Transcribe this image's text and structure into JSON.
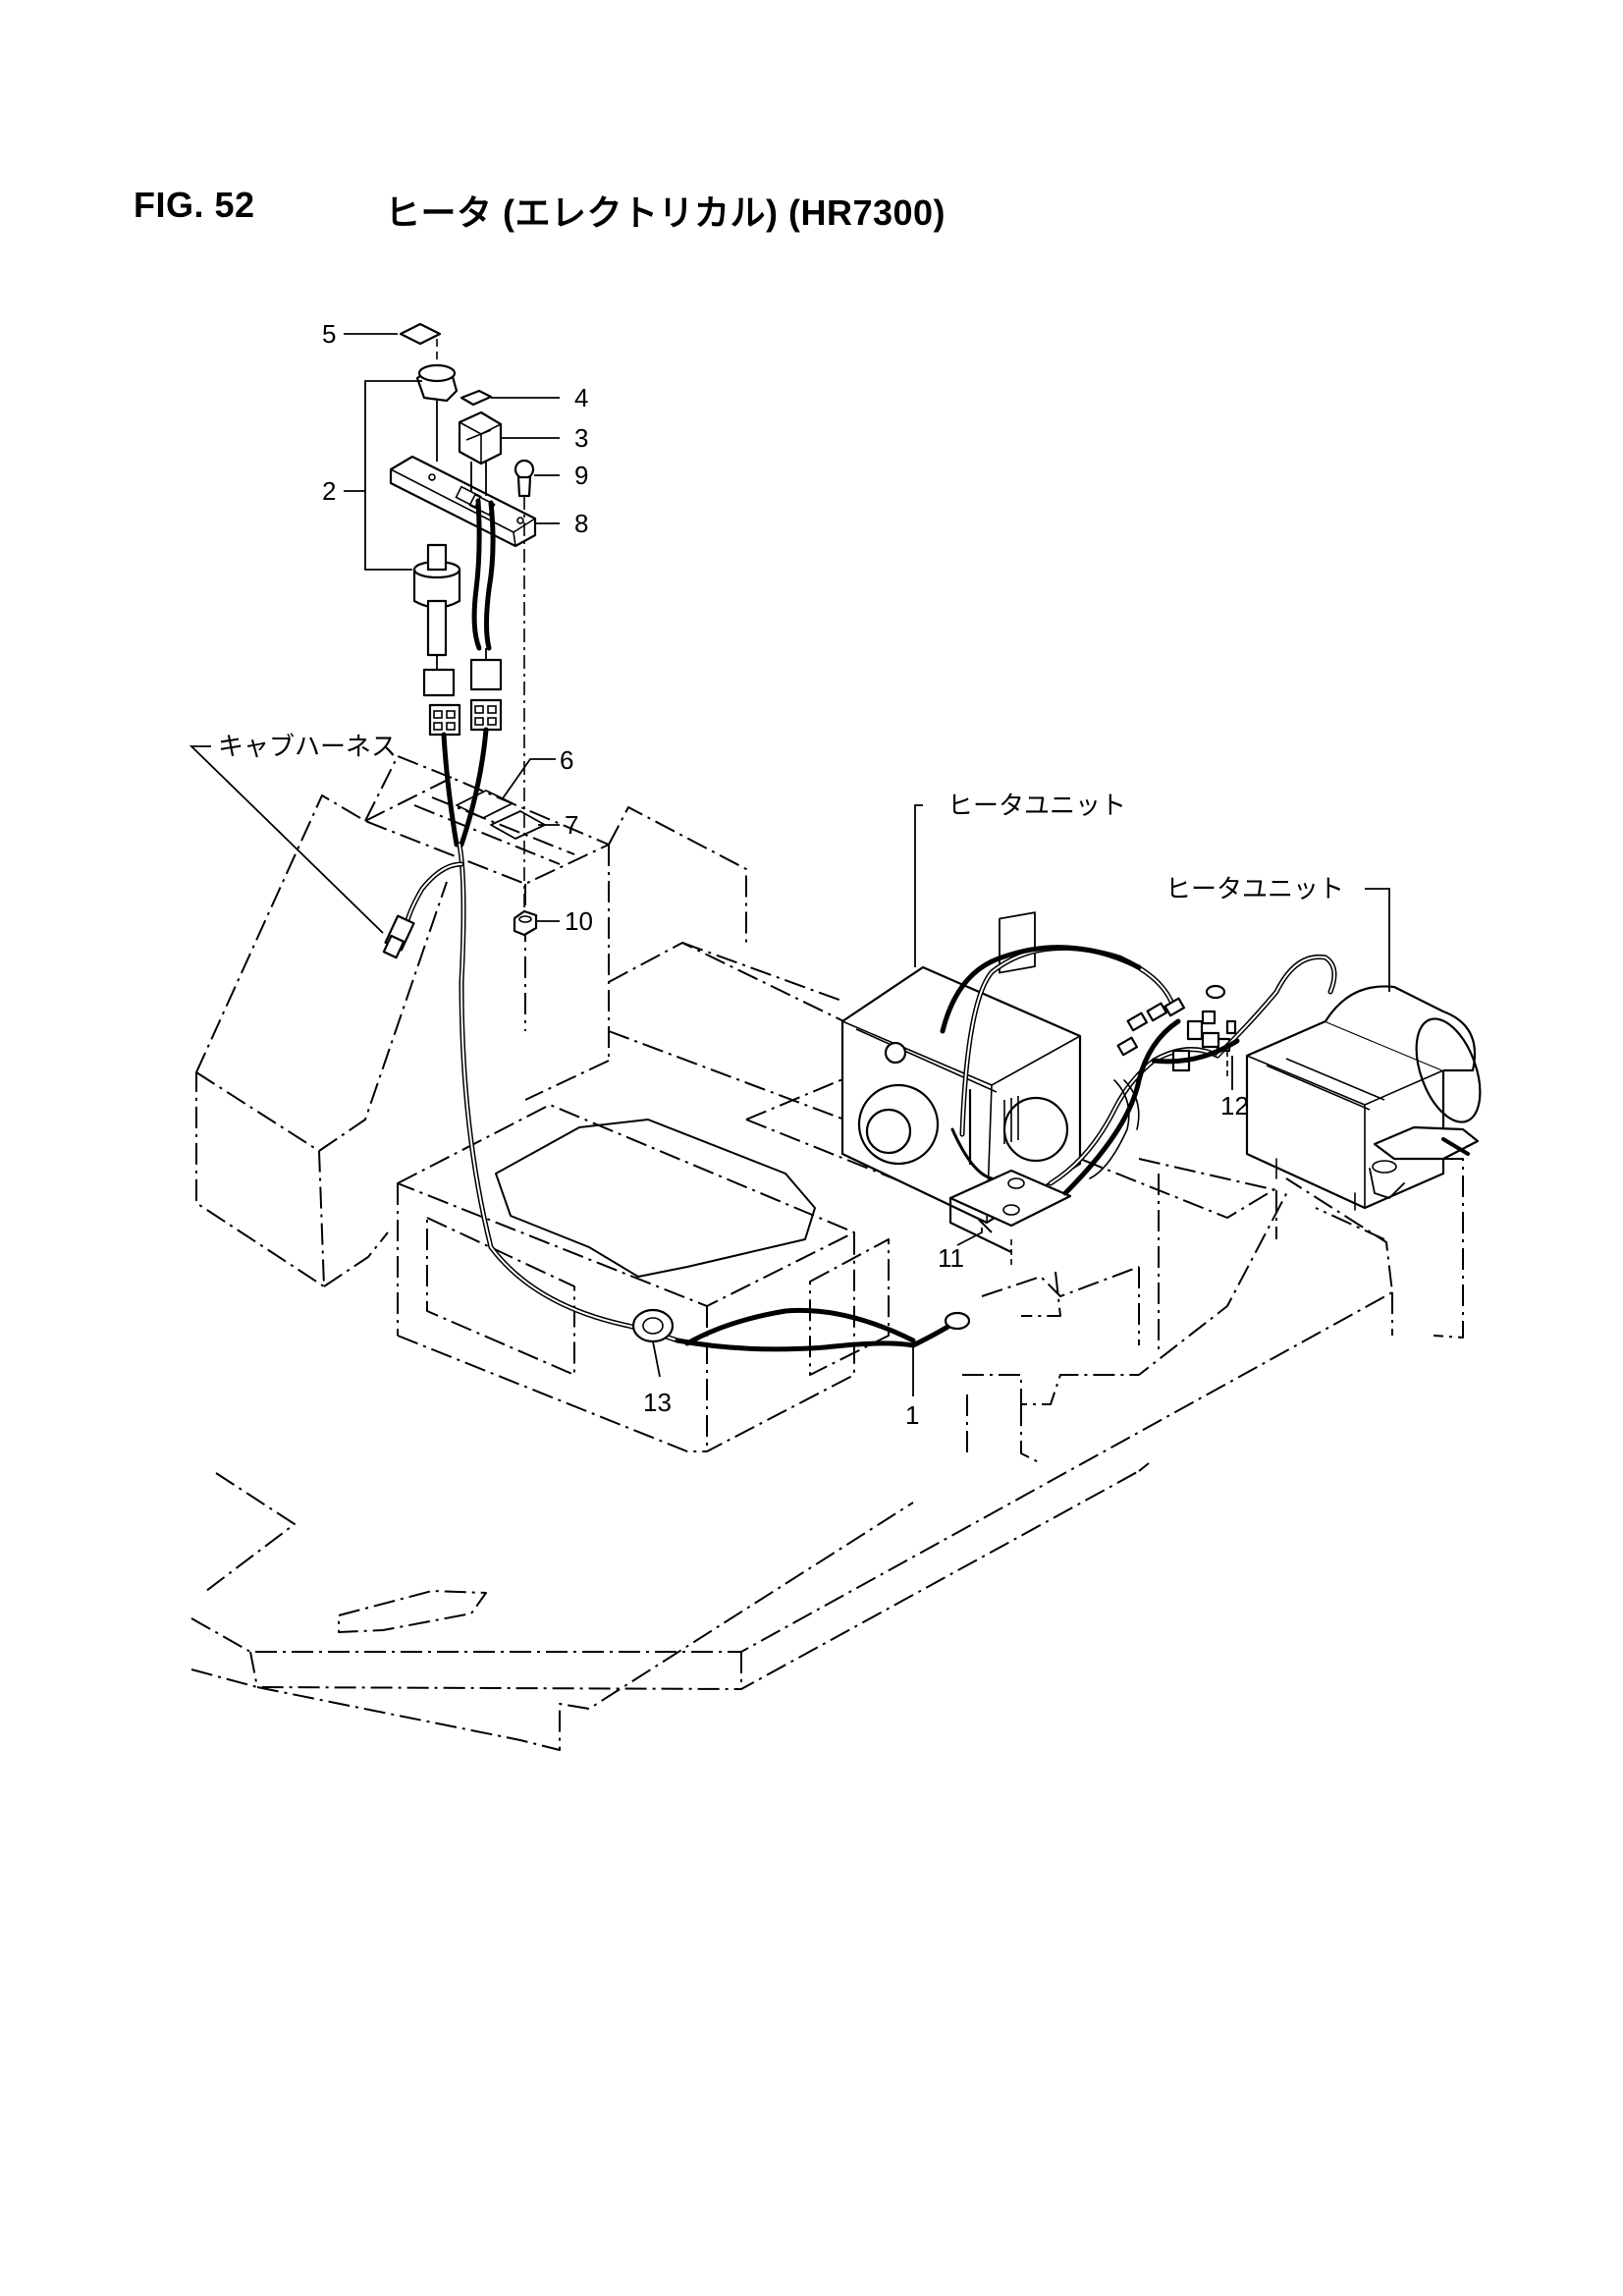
{
  "header": {
    "figure_number": "FIG. 52",
    "title": "ヒータ (エレクトリカル) (HR7300)"
  },
  "callouts": {
    "p1": "1",
    "p2": "2",
    "p3": "3",
    "p4": "4",
    "p5": "5",
    "p6": "6",
    "p7": "7",
    "p8": "8",
    "p9": "9",
    "p10": "10",
    "p11": "11",
    "p12": "12",
    "p13": "13",
    "cab_harness": "キャブハーネス",
    "heater_unit_a": "ヒータユニット",
    "heater_unit_b": "ヒータユニット"
  }
}
